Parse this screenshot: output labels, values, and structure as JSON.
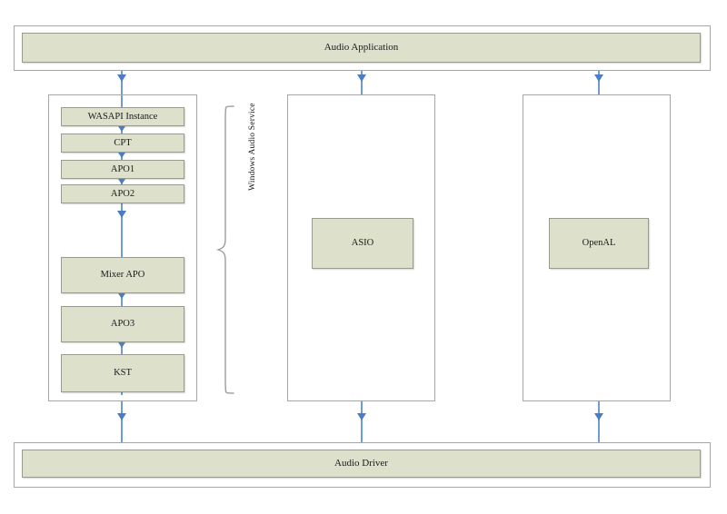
{
  "diagram": {
    "title": "Windows audio stack block diagram",
    "colors": {
      "box_fill": "#dde0cb",
      "box_border": "#9a9a8e",
      "container_border": "#a6a6a6",
      "arrow": "#4a7dc4",
      "line": "#6f9bd6",
      "background": "#ffffff",
      "text": "#1a1a1a"
    },
    "top": {
      "label": "Audio Application"
    },
    "bottom": {
      "label": "Audio Driver"
    },
    "service_bracket": {
      "label": "Windows Audio Service"
    },
    "columns": [
      {
        "name": "wasapi-column",
        "nodes": [
          {
            "label": "WASAPI Instance"
          },
          {
            "label": "CPT"
          },
          {
            "label": "APO1"
          },
          {
            "label": "APO2"
          },
          {
            "label": "Mixer APO"
          },
          {
            "label": "APO3"
          },
          {
            "label": "KST"
          }
        ]
      },
      {
        "name": "asio-column",
        "nodes": [
          {
            "label": "ASIO"
          }
        ]
      },
      {
        "name": "openal-column",
        "nodes": [
          {
            "label": "OpenAL"
          }
        ]
      }
    ]
  }
}
